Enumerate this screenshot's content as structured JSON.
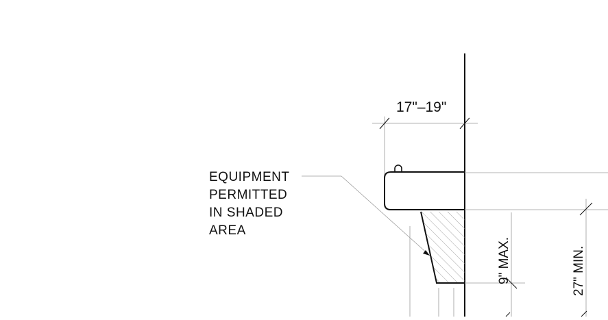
{
  "dimensions": {
    "top_width": "17\"–19\"",
    "vertical_short": "9\" MAX.",
    "vertical_tall": "27\" MIN."
  },
  "note": {
    "lines": [
      "EQUIPMENT",
      "PERMITTED",
      "IN  SHADED",
      "AREA"
    ]
  },
  "colors": {
    "ink": "#111111",
    "thin": "#9a9a9a",
    "hatch": "#8c8c8c"
  }
}
